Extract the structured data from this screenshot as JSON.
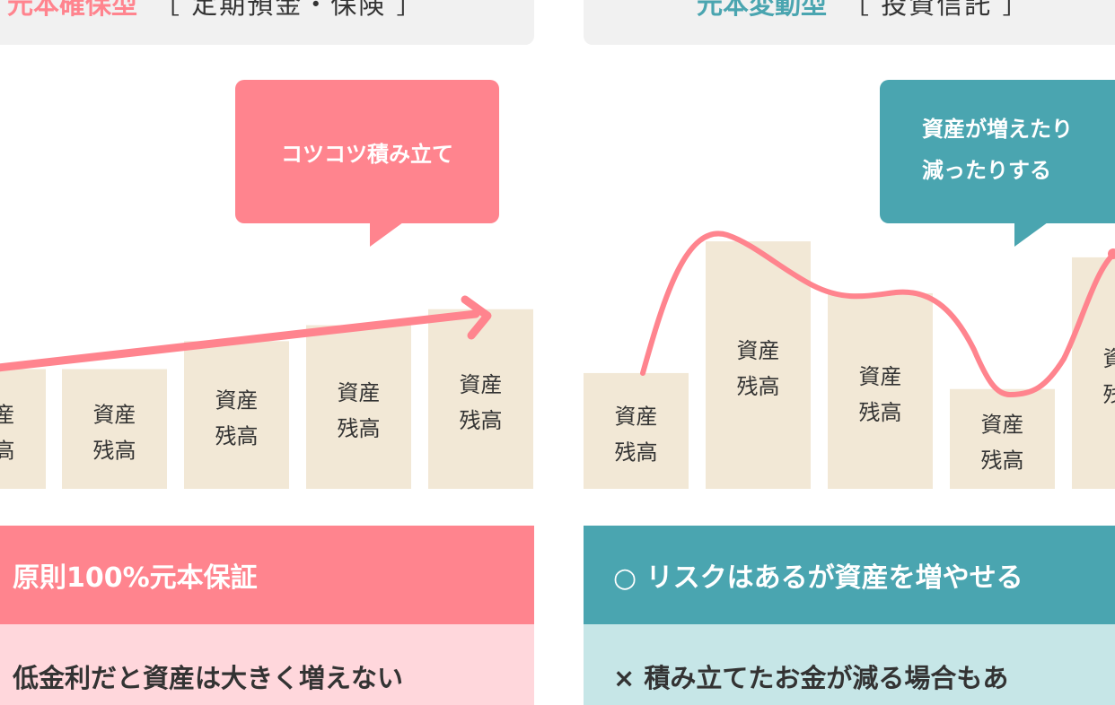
{
  "left_panel": {
    "title_highlight": "元本確保型",
    "title_sub": "［ 定期預金・保険 ］",
    "bubble_text": "コツコツ積み立て",
    "bar_label_line1": "資産",
    "bar_label_line2": "残高",
    "bar_levels": [
      0.3,
      0.3,
      0.37,
      0.41,
      0.45
    ],
    "band_main": "原則100%元本保証",
    "band_sub": "低金利だと資産は大きく増えない",
    "accent_color": "#ff848e",
    "sub_band_color": "#ffd7dc"
  },
  "right_panel": {
    "title_highlight": "元本変動型",
    "title_sub": "［ 投資信託 ］",
    "bubble_text_line1": "資産が増えたり",
    "bubble_text_line2": "減ったりする",
    "bar_label_line1": "資産",
    "bar_label_line2": "残高",
    "bar_levels": [
      0.29,
      0.62,
      0.49,
      0.25,
      0.58
    ],
    "band_main": "○ リスクはあるが資産を増やせる",
    "band_sub": "× 積み立てたお金が減る場合もあ",
    "accent_color": "#4aa5b0",
    "sub_band_color": "#c6e6e7"
  },
  "bar_color": "#f2e8d6",
  "line_color": "#ff848e"
}
